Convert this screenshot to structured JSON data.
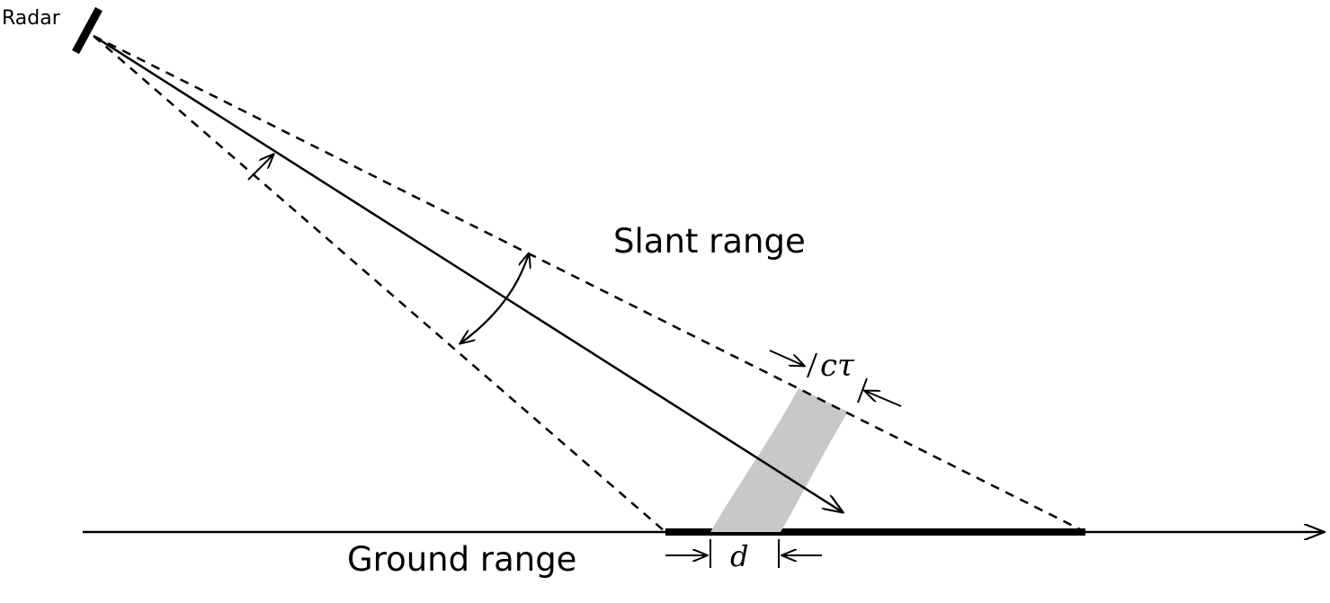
{
  "labels": {
    "radar": "Radar",
    "slant_range": "Slant range",
    "ground_range": "Ground range",
    "pulse_length": "cτ",
    "ground_resolution": "d"
  },
  "colors": {
    "line": "#000000",
    "pulse_band": "#c8c8c8",
    "background": "#ffffff"
  }
}
